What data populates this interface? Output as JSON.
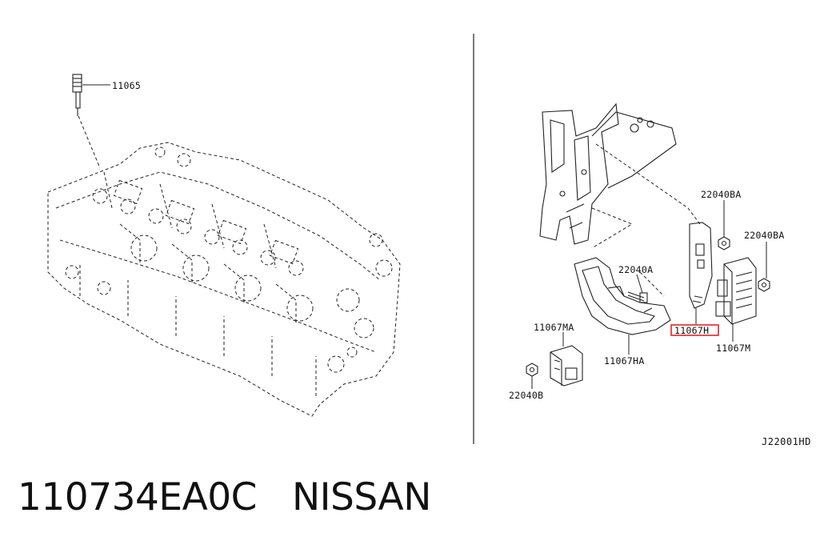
{
  "callouts": {
    "c11065": "11065",
    "c22040ba_top": "22040BA",
    "c22040ba_right": "22040BA",
    "c22040a": "22040A",
    "c11067ma": "11067MA",
    "c11067h": "11067H",
    "c11067m": "11067M",
    "c11067ha": "11067HA",
    "c22040b": "22040B"
  },
  "diagram_ref": "J22001HD",
  "highlight_color": "#e0161b",
  "caption": {
    "part_number": "110734EA0C",
    "brand": "NISSAN"
  }
}
